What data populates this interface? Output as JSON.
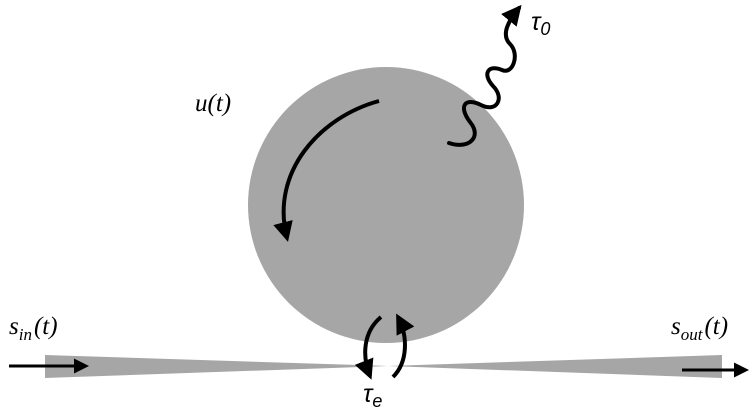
{
  "labels": {
    "u": "u(t)",
    "tau0_base": "τ",
    "tau0_sub": "0",
    "tau_e_base": "τ",
    "tau_e_sub": "e",
    "s_in_base": "s",
    "s_in_sub": "in",
    "s_in_arg": "(t)",
    "s_out_base": "s",
    "s_out_sub": "out",
    "s_out_arg": "(t)"
  },
  "colors": {
    "resonator": "#a6a6a6",
    "waveguide": "#a6a6a6",
    "stroke": "#000000"
  }
}
